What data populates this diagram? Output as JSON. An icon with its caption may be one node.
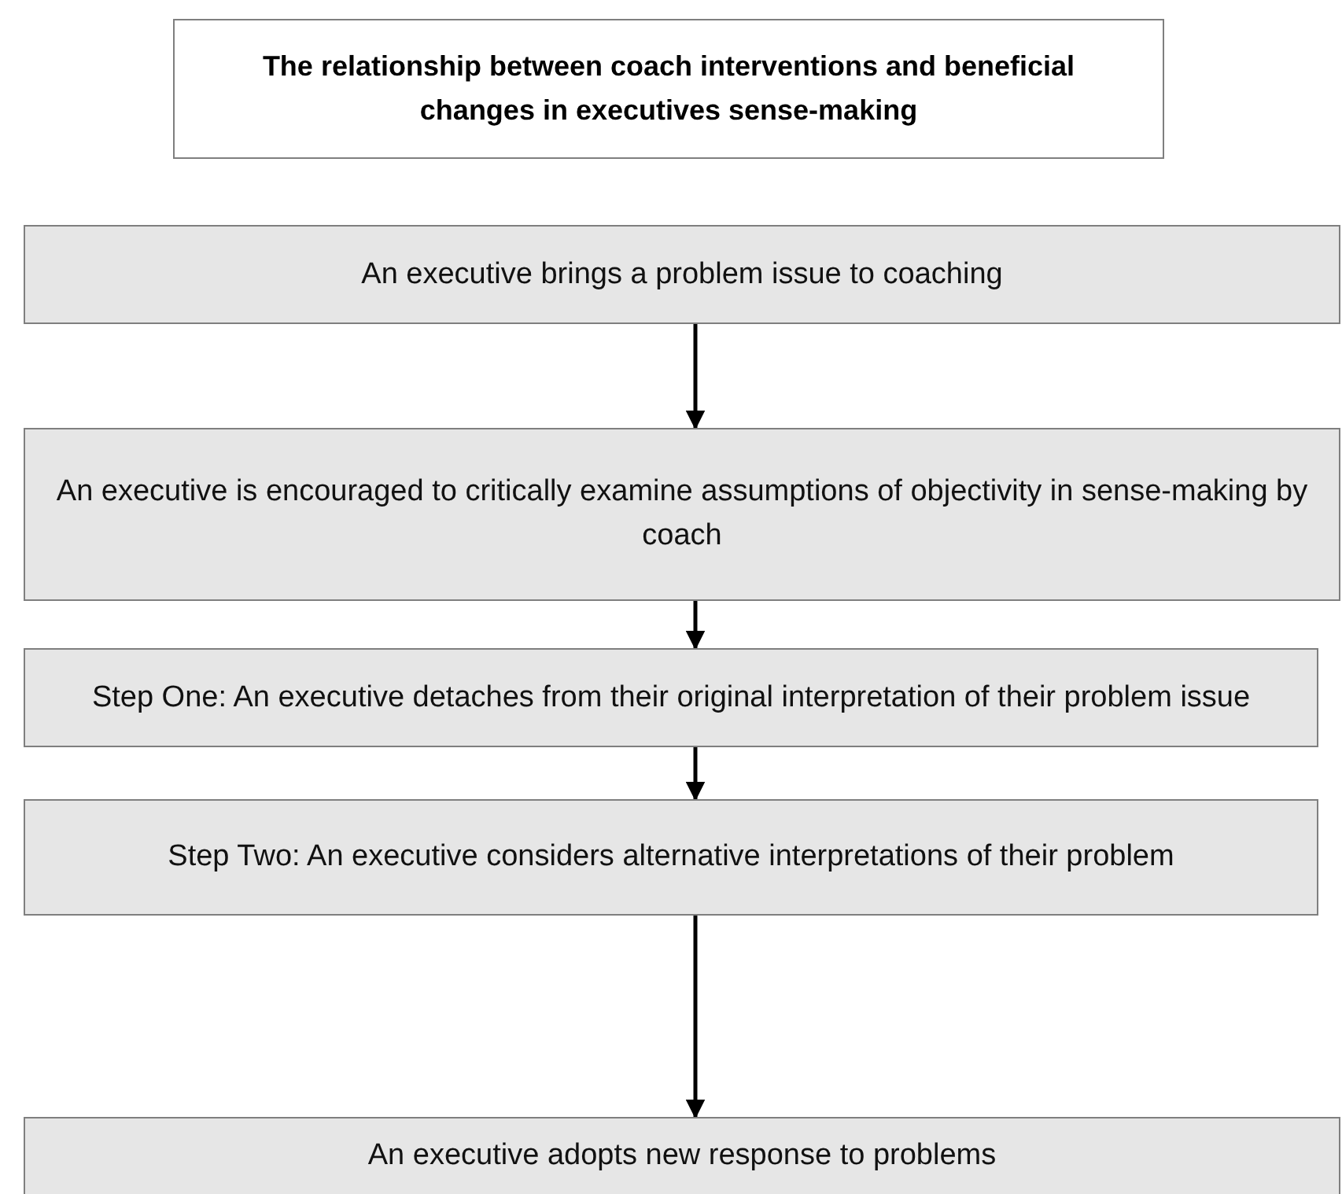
{
  "diagram": {
    "title": "The relationship between coach interventions and beneficial changes in executives sense-making",
    "nodes": [
      {
        "text": [
          "An executive brings a problem issue to coaching"
        ]
      },
      {
        "text": [
          "An executive is encouraged to critically examine assumptions of objectivity in sense-making by coach"
        ]
      },
      {
        "text": [
          "Step One: An executive detaches from their original interpretation of their problem issue"
        ]
      },
      {
        "text": [
          "Step Two: An executive considers alternative interpretations of their problem"
        ]
      },
      {
        "text": [
          "An executive adopts new response to problems"
        ]
      }
    ],
    "edges": [
      {
        "from": 0,
        "to": 1,
        "arrow": "to"
      },
      {
        "from": 1,
        "to": 2,
        "arrow": "to"
      },
      {
        "from": 2,
        "to": 3,
        "arrow": "to"
      },
      {
        "from": 3,
        "to": 4,
        "arrow": "to"
      }
    ]
  }
}
